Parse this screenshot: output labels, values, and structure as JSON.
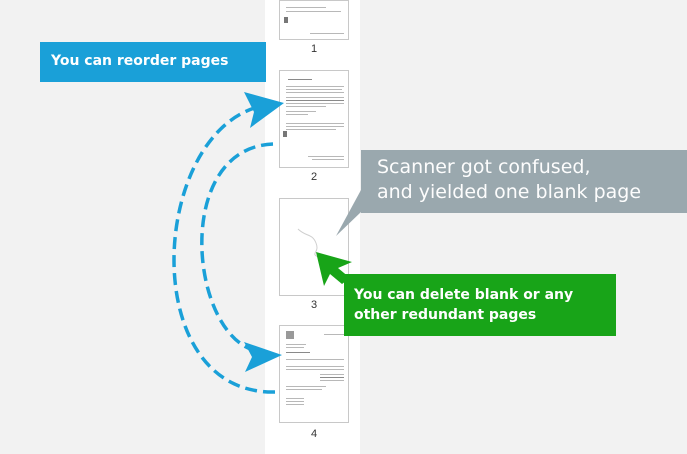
{
  "callouts": {
    "reorder": "You can reorder pages",
    "scanner_line1": "Scanner got confused,",
    "scanner_line2": "and yielded one blank page",
    "delete_line1": "You can delete blank or any",
    "delete_line2": "other redundant pages"
  },
  "pages": [
    {
      "number": "1"
    },
    {
      "number": "2"
    },
    {
      "number": "3"
    },
    {
      "number": "4"
    }
  ],
  "colors": {
    "reorder_accent": "#1aa0d8",
    "scanner_note": "#9aa8ae",
    "delete_accent": "#18a418"
  }
}
